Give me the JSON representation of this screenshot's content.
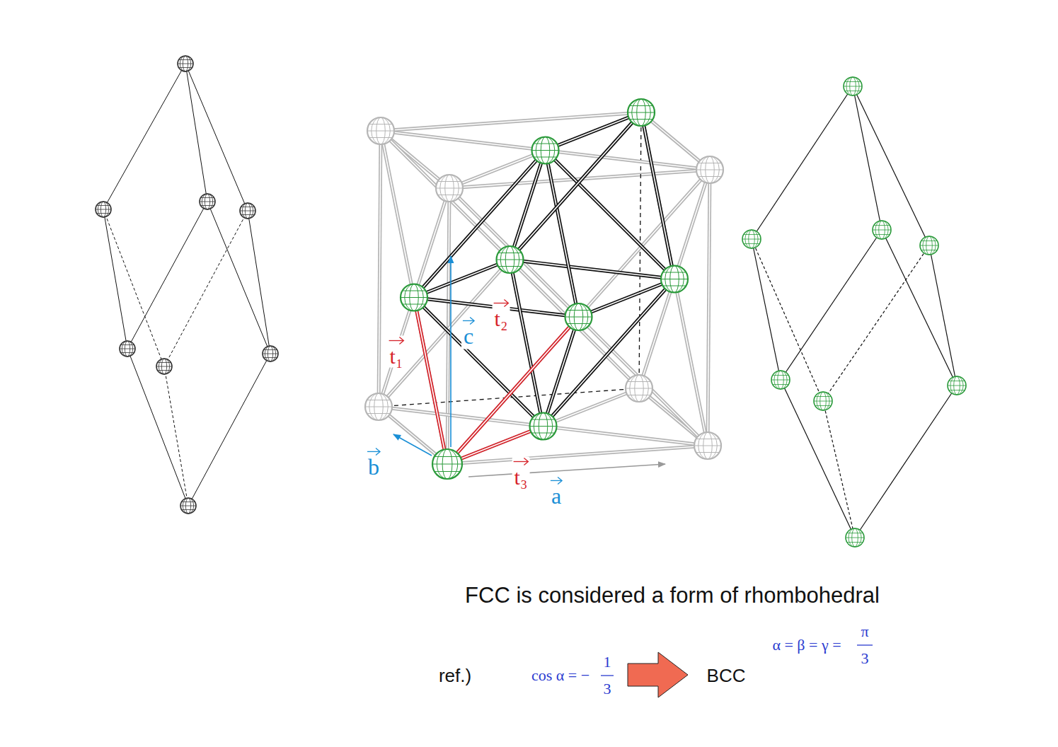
{
  "diagram": {
    "caption": "FCC is considered a form of rhombohedral",
    "labels": [
      "c",
      "b",
      "a",
      "t₁",
      "t₂",
      "t₃",
      "α = β = γ =",
      "π",
      "3",
      "ref.)",
      "cos α = −",
      "1",
      "3",
      "BCC"
    ]
  }
}
